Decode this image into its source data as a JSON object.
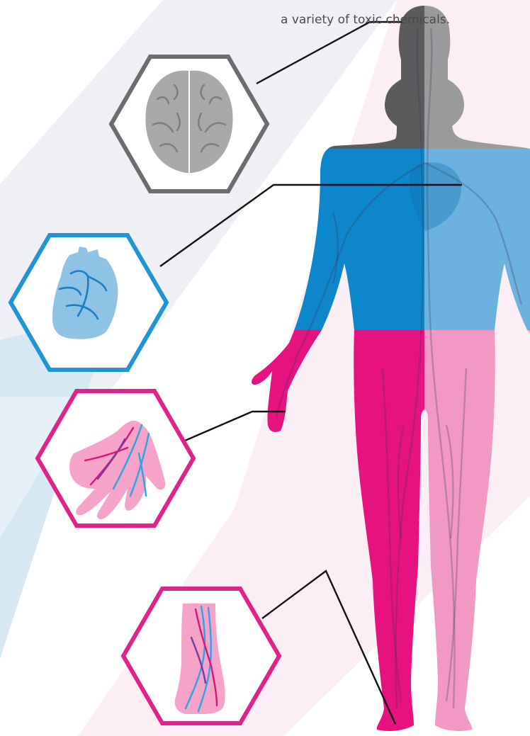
{
  "caption": "a variety of toxic chemicals.",
  "colors": {
    "head_left": "#5b5b5d",
    "head_right": "#9a9a9c",
    "torso_left": "#0e86cc",
    "torso_right": "#6db2df",
    "lower_left": "#e6127f",
    "lower_right": "#f199c4",
    "brain_frame": "#6d6d6f",
    "heart_frame": "#1f95d1",
    "limb_frame": "#e0238a",
    "background_stripe_gray": "#eef0f5",
    "background_stripe_pink": "#fbeef5",
    "background_stripe_blue": "#d6e8f4"
  },
  "callouts": [
    {
      "organ": "brain",
      "icon": "brain-icon"
    },
    {
      "organ": "heart",
      "icon": "heart-icon"
    },
    {
      "organ": "hand",
      "icon": "hand-icon"
    },
    {
      "organ": "foot",
      "icon": "foot-icon"
    }
  ],
  "figure": {
    "icon": "human-body-silhouette"
  }
}
